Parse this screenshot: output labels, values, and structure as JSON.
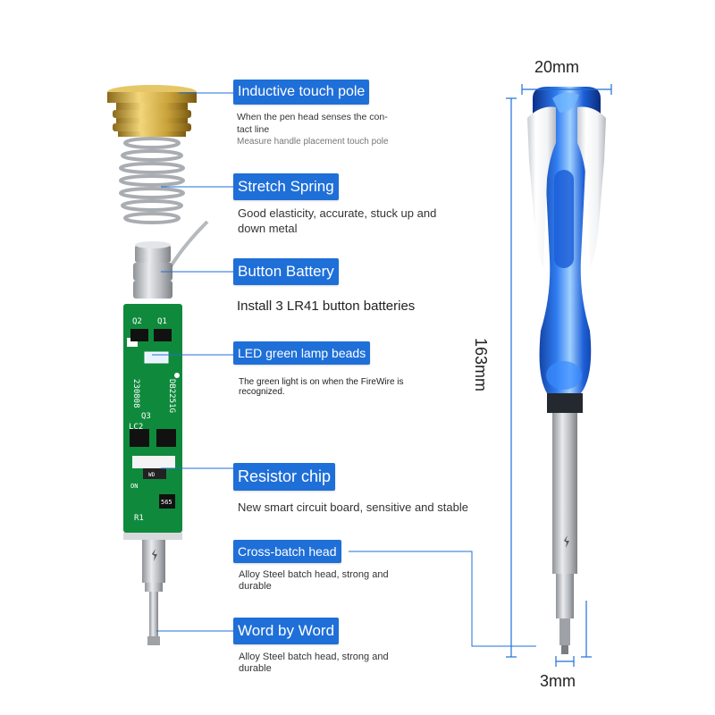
{
  "callouts": [
    {
      "label": "Inductive touch pole",
      "desc1": "When the pen head senses the con-",
      "desc2": "tact line",
      "desc3": "Measure handle placement touch pole"
    },
    {
      "label": "Stretch Spring",
      "desc1": "Good elasticity, accurate, stuck up and",
      "desc2": "down metal"
    },
    {
      "label": "Button Battery",
      "desc1": "Install 3 LR41 button batteries"
    },
    {
      "label": "LED green lamp beads",
      "desc1": "The green light is on when the FireWire is",
      "desc2": "recognized."
    },
    {
      "label": "Resistor chip",
      "desc1": "New smart circuit board, sensitive and stable"
    },
    {
      "label": "Cross-batch head",
      "desc1": "Alloy Steel batch head, strong and",
      "desc2": "durable"
    },
    {
      "label": "Word by Word",
      "desc1": "Alloy Steel batch head, strong and",
      "desc2": "durable"
    }
  ],
  "dimensions": {
    "width_top": "20mm",
    "length": "163mm",
    "tip_width": "3mm"
  },
  "pcb": {
    "q2": "Q2",
    "q1": "Q1",
    "serial": "230808",
    "model": "DB2251G",
    "q3": "Q3",
    "lc2": "LC2",
    "r1": "R1",
    "code": "565",
    "on": "ON",
    "wd": "WD"
  },
  "colors": {
    "accent": "#1f6fd8",
    "pcb": "#0f8a3c",
    "brass": "#c9a23a",
    "handle_blue": "#1552c8"
  }
}
